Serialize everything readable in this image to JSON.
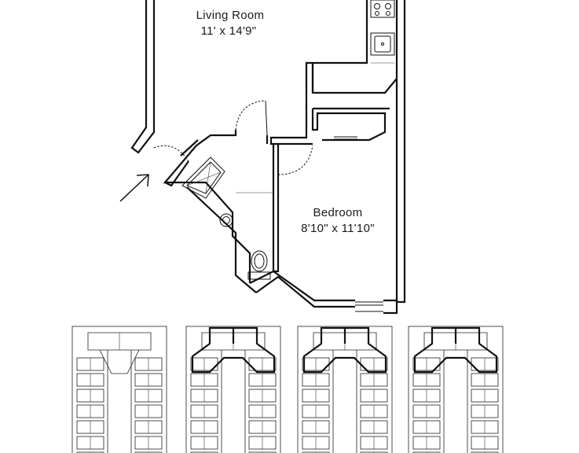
{
  "rooms": {
    "living": {
      "name": "Living Room",
      "size": "11' x 14'9\""
    },
    "bedroom": {
      "name": "Bedroom",
      "size": "8'10\" x 11'10\""
    }
  },
  "key_plans": {
    "count": 4,
    "highlighted": [
      false,
      true,
      true,
      true
    ]
  },
  "colors": {
    "line": "#111111",
    "background": "#ffffff"
  }
}
